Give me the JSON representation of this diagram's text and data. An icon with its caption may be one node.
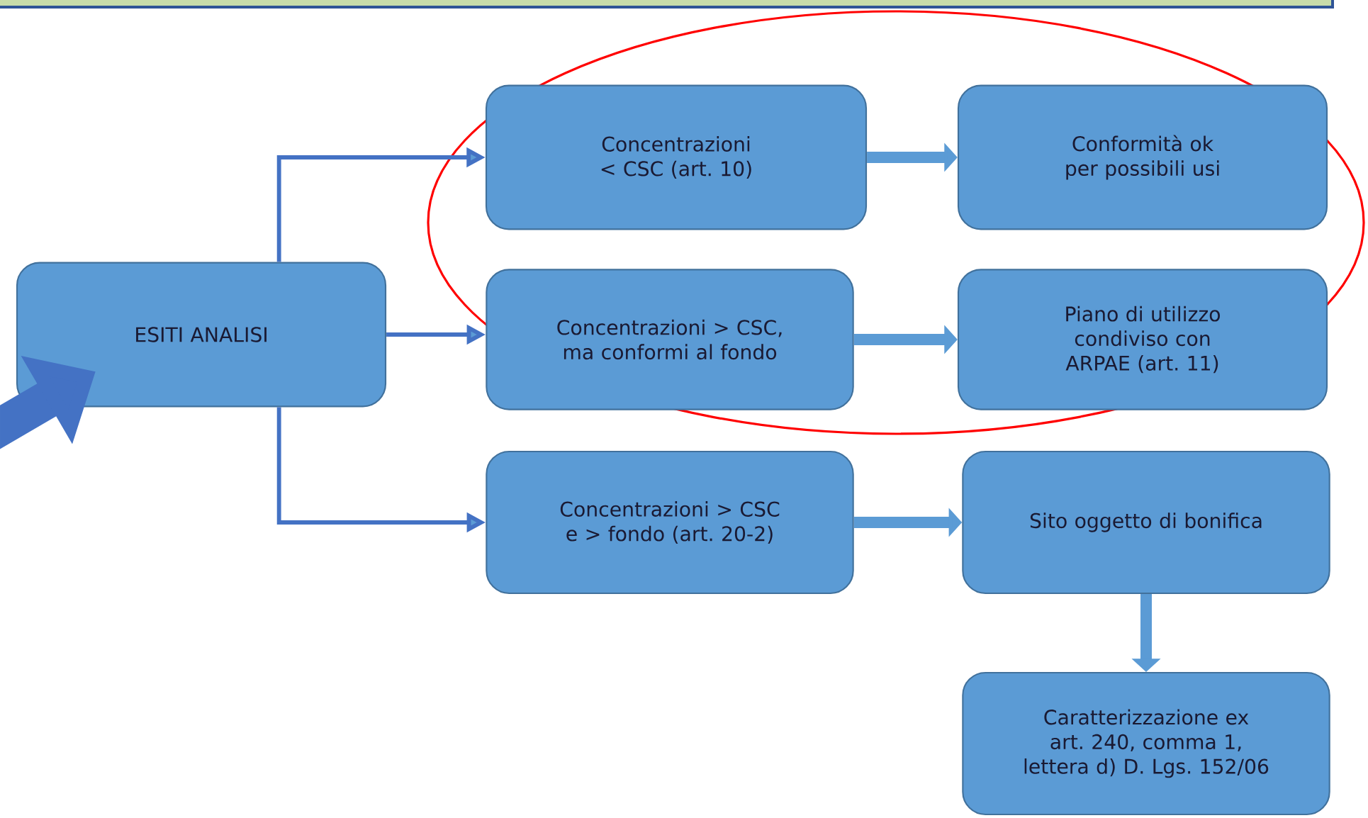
{
  "diagram": {
    "nodes": [
      {
        "text": [
          "ESITI ANALISI"
        ]
      },
      {
        "text": [
          "Concentrazioni < CSC (art.  10)"
        ]
      },
      {
        "text": [
          "Conformità ok per possibili usi"
        ]
      },
      {
        "text": [
          "Concentrazioni > CSC, ma conformi al fondo"
        ]
      },
      {
        "text": [
          "Piano di utilizzo condiviso con ARPAE (art. 11)"
        ]
      },
      {
        "text": [
          "Concentrazioni > CSC e > fondo (art. 20-2)"
        ]
      },
      {
        "text": [
          "Sito oggetto di bonifica"
        ]
      },
      {
        "text": [
          "Caratterizzazione ex art. 240, comma 1, lettera d) D. Lgs. 152/06"
        ]
      }
    ],
    "edges": [
      {
        "from": null,
        "to": 0,
        "arrow": "to",
        "style": "thick",
        "color": "#4472c4"
      },
      {
        "from": 0,
        "to": 1,
        "arrow": "to"
      },
      {
        "from": 0,
        "to": 3,
        "arrow": "to"
      },
      {
        "from": 0,
        "to": 5,
        "arrow": "to"
      },
      {
        "from": 1,
        "to": 2,
        "arrow": "to",
        "color": "#5b9bd5"
      },
      {
        "from": 3,
        "to": 4,
        "arrow": "to",
        "color": "#5b9bd5"
      },
      {
        "from": 5,
        "to": 6,
        "arrow": "to",
        "color": "#5b9bd5"
      },
      {
        "from": 6,
        "to": 7,
        "arrow": "to",
        "color": "#5b9bd5"
      }
    ]
  }
}
